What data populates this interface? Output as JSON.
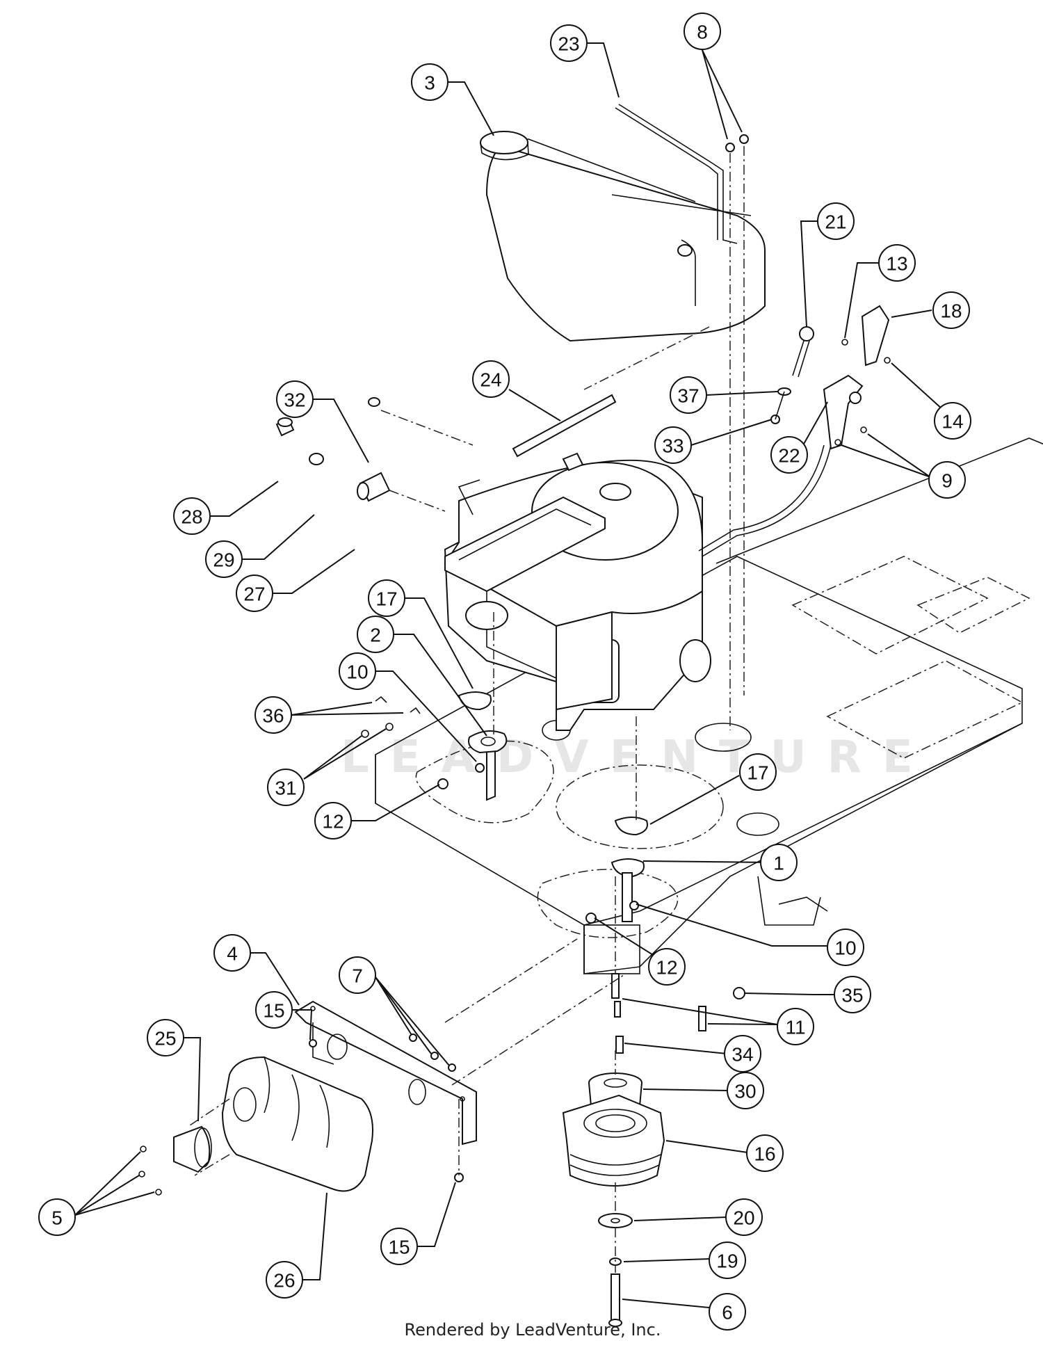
{
  "title": "Engine, fuel tank, muffler and PTO clutch parts diagram",
  "footer": "Rendered by LeadVenture, Inc.",
  "watermark": "LEADVENTURE",
  "callouts": [
    {
      "id": "c3",
      "label": "3",
      "part": "fuel-cap"
    },
    {
      "id": "c23",
      "label": "23",
      "part": "fuel-tank-bracket-rod"
    },
    {
      "id": "c8",
      "label": "8",
      "part": "screws"
    },
    {
      "id": "c21",
      "label": "21",
      "part": "knob"
    },
    {
      "id": "c13",
      "label": "13",
      "part": "screw"
    },
    {
      "id": "c18",
      "label": "18",
      "part": "throttle-handle"
    },
    {
      "id": "c14",
      "label": "14",
      "part": "nut"
    },
    {
      "id": "c9",
      "label": "9",
      "part": "screws"
    },
    {
      "id": "c22",
      "label": "22",
      "part": "throttle-control"
    },
    {
      "id": "c37",
      "label": "37",
      "part": "washer"
    },
    {
      "id": "c33",
      "label": "33",
      "part": "nut"
    },
    {
      "id": "c24",
      "label": "24",
      "part": "fuel-line"
    },
    {
      "id": "c32",
      "label": "32",
      "part": "cap"
    },
    {
      "id": "c28",
      "label": "28",
      "part": "spacer"
    },
    {
      "id": "c29",
      "label": "29",
      "part": "clamp"
    },
    {
      "id": "c27",
      "label": "27",
      "part": "fuel-filter"
    },
    {
      "id": "c17a",
      "label": "17",
      "part": "gasket"
    },
    {
      "id": "c2",
      "label": "2",
      "part": "exhaust-pipe"
    },
    {
      "id": "c10a",
      "label": "10",
      "part": "stud"
    },
    {
      "id": "c36",
      "label": "36",
      "part": "clips"
    },
    {
      "id": "c31",
      "label": "31",
      "part": "screws"
    },
    {
      "id": "c12a",
      "label": "12",
      "part": "nut"
    },
    {
      "id": "c17b",
      "label": "17",
      "part": "gasket"
    },
    {
      "id": "c1",
      "label": "1",
      "part": "exhaust-pipe"
    },
    {
      "id": "c10b",
      "label": "10",
      "part": "stud"
    },
    {
      "id": "c12b",
      "label": "12",
      "part": "nut"
    },
    {
      "id": "c35",
      "label": "35",
      "part": "nut"
    },
    {
      "id": "c11",
      "label": "11",
      "part": "bolts"
    },
    {
      "id": "c34",
      "label": "34",
      "part": "key"
    },
    {
      "id": "c30",
      "label": "30",
      "part": "pulley"
    },
    {
      "id": "c16",
      "label": "16",
      "part": "pto-clutch"
    },
    {
      "id": "c20",
      "label": "20",
      "part": "washer"
    },
    {
      "id": "c19",
      "label": "19",
      "part": "lock-washer"
    },
    {
      "id": "c6",
      "label": "6",
      "part": "bolt"
    },
    {
      "id": "c4",
      "label": "4",
      "part": "muffler-shield"
    },
    {
      "id": "c7",
      "label": "7",
      "part": "screws"
    },
    {
      "id": "c15a",
      "label": "15",
      "part": "nut"
    },
    {
      "id": "c25",
      "label": "25",
      "part": "end-cap"
    },
    {
      "id": "c5",
      "label": "5",
      "part": "screws"
    },
    {
      "id": "c26",
      "label": "26",
      "part": "muffler"
    },
    {
      "id": "c15b",
      "label": "15",
      "part": "nut"
    }
  ]
}
